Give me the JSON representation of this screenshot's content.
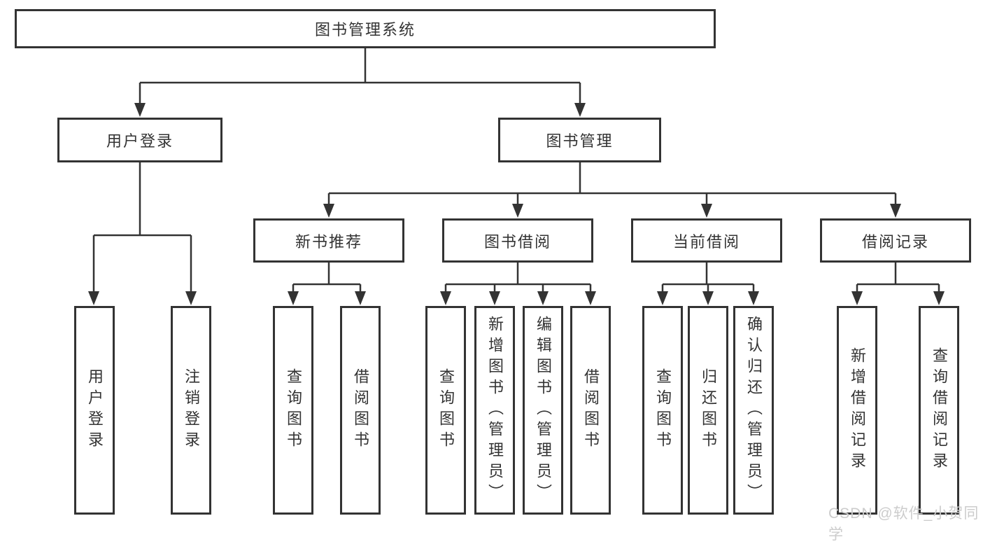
{
  "diagram": {
    "root": {
      "label": "图书管理系统"
    },
    "branches": [
      {
        "label": "用户登录",
        "children": [
          {
            "label": "用户登录"
          },
          {
            "label": "注销登录"
          }
        ]
      },
      {
        "label": "图书管理",
        "children": [
          {
            "label": "新书推荐",
            "children": [
              {
                "label": "查询图书"
              },
              {
                "label": "借阅图书"
              }
            ]
          },
          {
            "label": "图书借阅",
            "children": [
              {
                "label": "查询图书"
              },
              {
                "label": "新增图书（管理员）"
              },
              {
                "label": "编辑图书（管理员）"
              },
              {
                "label": "借阅图书"
              }
            ]
          },
          {
            "label": "当前借阅",
            "children": [
              {
                "label": "查询图书"
              },
              {
                "label": "归还图书"
              },
              {
                "label": "确认归还（管理员）"
              }
            ]
          },
          {
            "label": "借阅记录",
            "children": [
              {
                "label": "新增借阅记录"
              },
              {
                "label": "查询借阅记录"
              }
            ]
          }
        ]
      }
    ]
  },
  "watermark": {
    "text": "CSDN @软件_小贺同学"
  },
  "colors": {
    "line": "#333333",
    "text": "#333333",
    "box_background": "#ffffff",
    "watermark": "#cccccc",
    "background": "#ffffff"
  }
}
